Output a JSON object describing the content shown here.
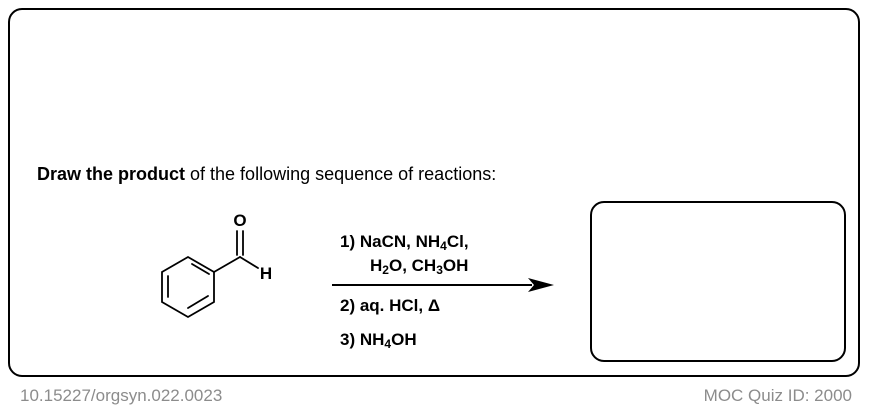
{
  "question": {
    "prompt_bold": "Draw the product",
    "prompt_rest": " of the following sequence of reactions:"
  },
  "reactant": {
    "name": "benzaldehyde",
    "atom_labels": [
      "O",
      "H"
    ]
  },
  "conditions": {
    "step1_line1_a": "1)  NaCN, NH",
    "step1_line1_sub": "4",
    "step1_line1_b": "Cl,",
    "step1_line2_a": "H",
    "step1_line2_sub1": "2",
    "step1_line2_b": "O, CH",
    "step1_line2_sub2": "3",
    "step1_line2_c": "OH",
    "step2": "2)  aq. HCl,  Δ",
    "step3_a": "3)  NH",
    "step3_sub": "4",
    "step3_b": "OH"
  },
  "footer": {
    "doi": "10.15227/orgsyn.022.0023",
    "quiz_id": "MOC Quiz ID: 2000"
  },
  "colors": {
    "border": "#000000",
    "footer_text": "#8c8c8c"
  }
}
